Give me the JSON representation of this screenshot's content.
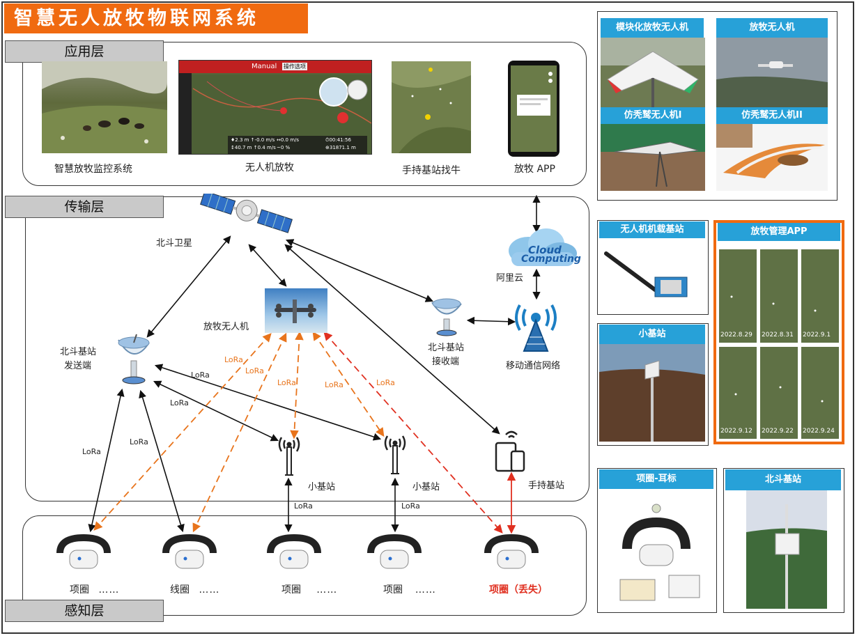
{
  "title": "智慧无人放牧物联网系统",
  "layers": {
    "application": "应用层",
    "transport": "传输层",
    "perception": "感知层"
  },
  "app_items": [
    {
      "label": "智慧放牧监控系统"
    },
    {
      "label": "无人机放牧"
    },
    {
      "label": "手持基站找牛"
    },
    {
      "label": "放牧 APP"
    }
  ],
  "drone_ui": {
    "mode": "Manual",
    "button": "操作选项",
    "t1": "♦2.3 m ↑-0.0 m/s",
    "t2": "↔0.0 m/s",
    "t3": "⏱00:41:56",
    "t4": "↕40.7 m ↑0.4 m/s",
    "t5": "~0 %",
    "t6": "⊕31871.1 m"
  },
  "cloud": {
    "line1": "Cloud",
    "line2": "Computing"
  },
  "nodes": {
    "satellite": "北斗卫星",
    "cloud": "阿里云",
    "drone": "放牧无人机",
    "bd_send_1": "北斗基站",
    "bd_send_2": "发送端",
    "bd_recv_1": "北斗基站",
    "bd_recv_2": "接收端",
    "mobile_net": "移动通信网络",
    "small_base_1": "小基站",
    "small_base_2": "小基站",
    "handheld": "手持基站"
  },
  "lora": "LoRa",
  "collars": [
    {
      "label": "项圈",
      "dots": "……"
    },
    {
      "label": "线圈",
      "dots": "……"
    },
    {
      "label": "项圈",
      "dots": "……"
    },
    {
      "label": "项圈",
      "dots": "……"
    },
    {
      "label": "项圈（丢失）",
      "dots": ""
    }
  ],
  "panels": {
    "p1": "模块化放牧无人机",
    "p2": "放牧无人机",
    "p3": "仿秃鹫无人机I",
    "p4": "仿秃鹫无人机II",
    "p5": "无人机机载基站",
    "p6": "放牧管理APP",
    "p7": "小基站",
    "p8": "项圈-耳标",
    "p9": "北斗基站"
  },
  "app_dates": [
    "2022.8.29",
    "2022.8.31",
    "2022.9.1",
    "2022.9.12",
    "2022.9.22",
    "2022.9.24"
  ],
  "colors": {
    "accent": "#f06a10",
    "panel_title": "#27a1d8",
    "lora_orange": "#e8741c",
    "lost_red": "#e03020",
    "link": "#111111"
  }
}
